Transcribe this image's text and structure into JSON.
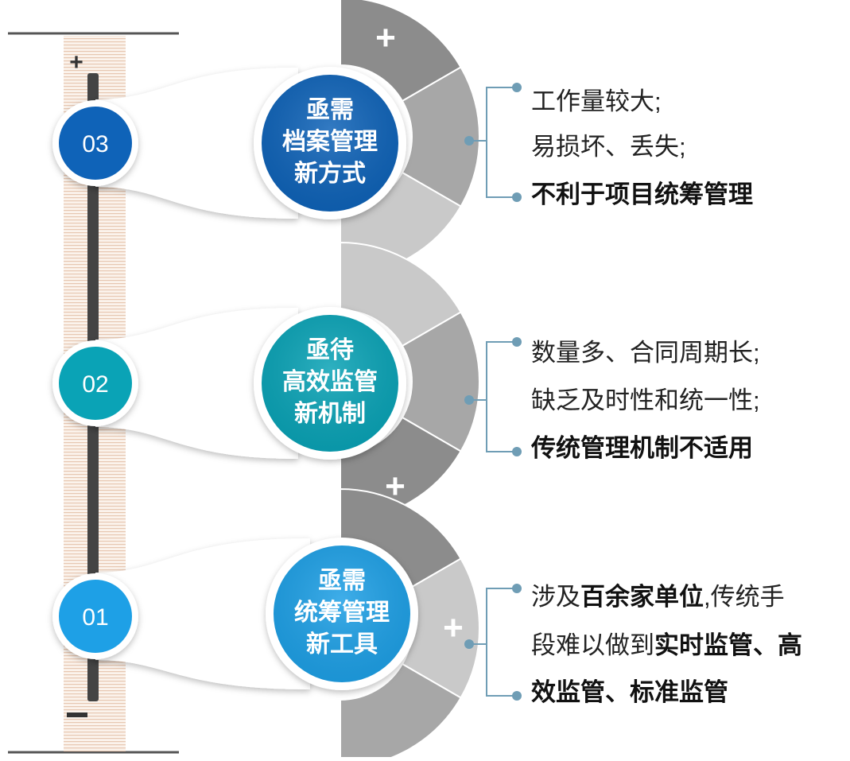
{
  "slider": {
    "plus_symbol": "+",
    "minus_symbol": "−"
  },
  "fan_plus_symbol": "+",
  "rows": [
    {
      "number": "03",
      "node_lines": [
        "亟需",
        "档案管理",
        "新方式"
      ],
      "points": [
        "工作量较大;",
        "易损坏、丢失;"
      ],
      "last_point": "不利于项目统筹管理",
      "colors": {
        "node": "#0f63b8",
        "badge": "#0f63b8"
      }
    },
    {
      "number": "02",
      "node_lines": [
        "亟待",
        "高效监管",
        "新机制"
      ],
      "points": [
        "数量多、合同周期长;",
        "缺乏及时性和统一性;"
      ],
      "last_point": "传统管理机制不适用",
      "colors": {
        "node": "#0aa3b6",
        "badge": "#0aa3b6"
      }
    },
    {
      "number": "01",
      "node_lines": [
        "亟需",
        "统筹管理",
        "新工具"
      ],
      "rich": {
        "line1_a": "涉及",
        "line1_b": "百余家单位",
        "line1_c": ",传统手",
        "line2_a": "段难以做到",
        "line2_b": "实时监管、高",
        "line3_a": "效监管、标准监管"
      },
      "colors": {
        "node": "#1ea0e6",
        "badge": "#1ea0e6"
      }
    }
  ],
  "palette": {
    "gray_dark": "#8c8c8c",
    "gray_mid": "#a7a7a7",
    "gray_light": "#c9c9c9",
    "bracket": "#6f9db5"
  }
}
